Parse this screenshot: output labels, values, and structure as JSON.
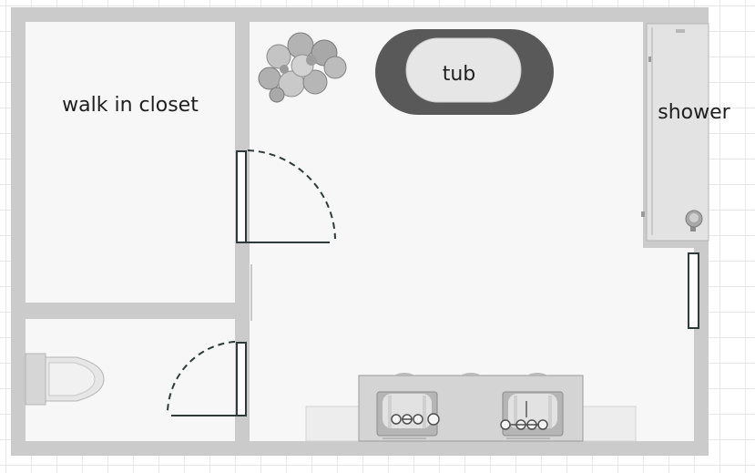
{
  "labels": {
    "closet": "walk in closet",
    "tub": "tub",
    "shower": "shower"
  },
  "colors": {
    "wall": "#cbcbcb",
    "floor": "#f7f7f7",
    "fixture_dark": "#595959",
    "fixture_light": "#e6e6e6",
    "door_line": "#2f3a3a"
  }
}
